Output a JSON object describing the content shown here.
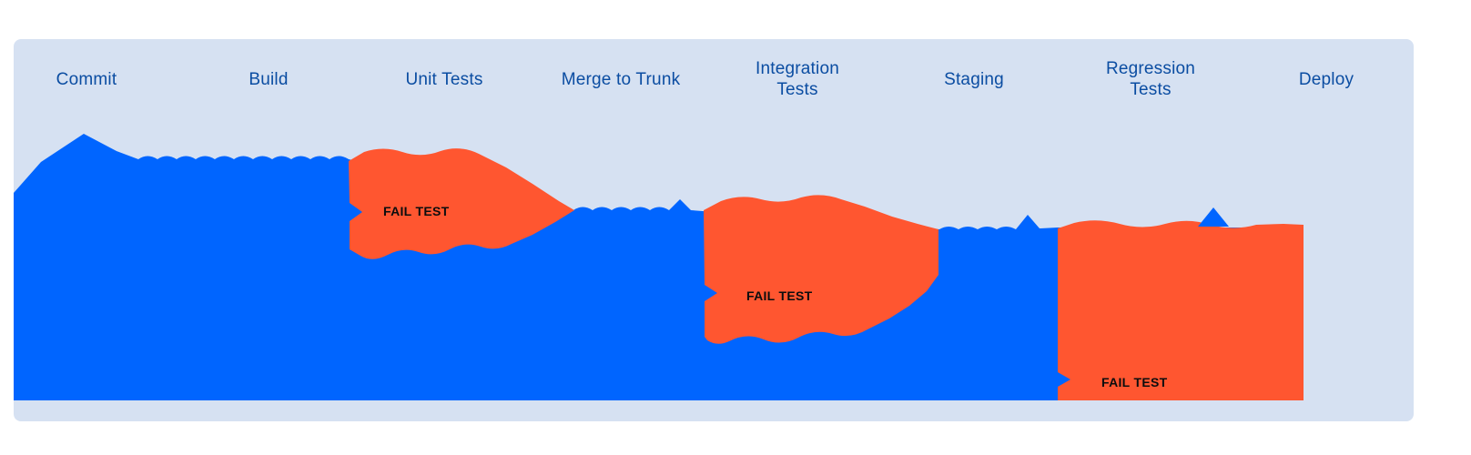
{
  "colors": {
    "page_bg": "#ffffff",
    "panel_bg": "#d6e1f2",
    "flow_blue": "#0065ff",
    "fail_orange": "#ff5630",
    "label_navy": "#0b4da2",
    "fail_text": "#0b0d0e"
  },
  "stages": [
    {
      "label": "Commit"
    },
    {
      "label": "Build"
    },
    {
      "label": "Unit Tests"
    },
    {
      "label": "Merge to Trunk"
    },
    {
      "label": "Integration Tests"
    },
    {
      "label": "Staging"
    },
    {
      "label": "Regression Tests"
    },
    {
      "label": "Deploy"
    }
  ],
  "failures": [
    {
      "label": "FAIL TEST",
      "stage": "Unit Tests"
    },
    {
      "label": "FAIL TEST",
      "stage": "Integration Tests"
    },
    {
      "label": "FAIL TEST",
      "stage": "Regression Tests"
    }
  ]
}
